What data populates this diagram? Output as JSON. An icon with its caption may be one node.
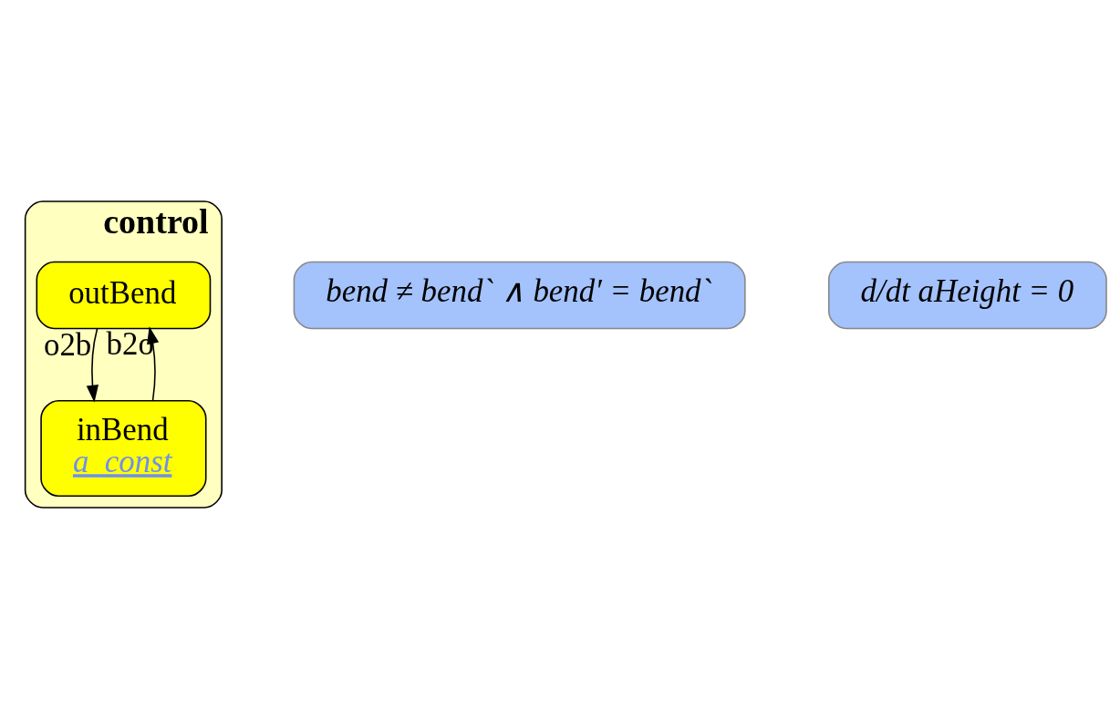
{
  "diagram": {
    "nodes": [
      {
        "text": [
          "control"
        ]
      },
      {
        "text": [
          "outBend"
        ],
        "in": 0
      },
      {
        "text": [
          "inBend",
          "a_const"
        ],
        "in": 0
      },
      {
        "text": [
          "bend ≠ bend` ∧ bend′ = bend`"
        ]
      },
      {
        "text": [
          "d/dt aHeight = 0"
        ]
      }
    ],
    "edges": [
      {
        "from": 1,
        "to": 2,
        "arrow": "to",
        "label": "o2b"
      },
      {
        "from": 2,
        "to": 1,
        "arrow": "to",
        "label": "b2o"
      }
    ]
  }
}
